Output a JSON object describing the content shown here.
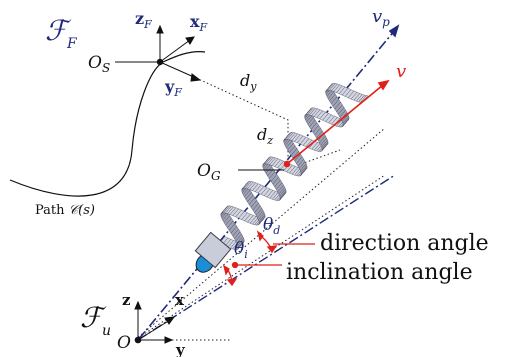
{
  "colors": {
    "navy": "#1f2a7a",
    "red": "#e0201b",
    "black": "#111111",
    "gray": "#555555",
    "helix_fill": "#c9ccd9",
    "helix_edge": "#3a3a4a",
    "motor_blue": "#1a8fd6"
  },
  "frames": {
    "path_frame": {
      "symbol": "ℱ",
      "sub": "F"
    },
    "robot_frame": {
      "symbol": "ℱ",
      "sub": "u"
    }
  },
  "origins": {
    "path_origin": {
      "base": "O",
      "sub": "S"
    },
    "center_origin": {
      "base": "O",
      "sub": "G"
    },
    "world_origin": {
      "base": "O",
      "sub": ""
    }
  },
  "axes_path_frame": {
    "z": {
      "base": "z",
      "sub": "F"
    },
    "x": {
      "base": "x",
      "sub": "F"
    },
    "y": {
      "base": "y",
      "sub": "F"
    }
  },
  "axes_world_frame": {
    "z": "z",
    "x": "x",
    "y": "y"
  },
  "distances": {
    "dy": {
      "base": "d",
      "sub": "y"
    },
    "dz": {
      "base": "d",
      "sub": "z"
    }
  },
  "velocities": {
    "vp": {
      "base": "v",
      "sub": "p"
    },
    "v": {
      "base": "v",
      "sub": ""
    }
  },
  "angles": {
    "theta_d": {
      "base": "θ",
      "sub": "d"
    },
    "theta_i": {
      "base": "θ",
      "sub": "i"
    },
    "direction_label": "direction angle",
    "inclination_label": "inclination angle"
  },
  "path": {
    "prefix": "Path ",
    "symbol": "𝒞(s)"
  }
}
